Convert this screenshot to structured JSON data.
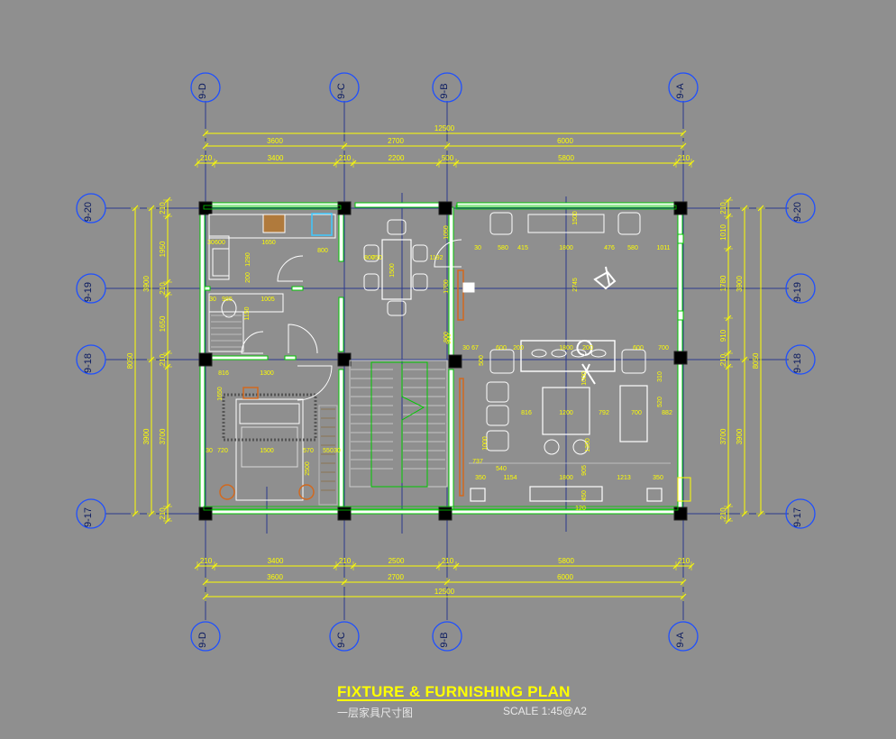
{
  "plan": {
    "title": "FIXTURE & FURNISHING PLAN",
    "subtitle": "一层家具尺寸图",
    "scale": "SCALE  1:45@A2"
  },
  "axes": {
    "vertical": [
      "9-D",
      "9-C",
      "9-B",
      "9-A"
    ],
    "horizontal": [
      "9-20",
      "9-19",
      "9-18",
      "9-17"
    ]
  },
  "dimensions": {
    "top_total": "12500",
    "top_row1": [
      "3600",
      "2700",
      "6000"
    ],
    "top_row2": [
      "210",
      "3400",
      "210",
      "2200",
      "500",
      "5800",
      "210"
    ],
    "bottom_row1": [
      "210",
      "3400",
      "210",
      "2500",
      "210",
      "5800",
      "210"
    ],
    "bottom_row2": [
      "3600",
      "2700",
      "6000"
    ],
    "bottom_total": "12500",
    "left_inner": [
      "210",
      "1950",
      "210",
      "1650",
      "210",
      "3700",
      "210"
    ],
    "left_mid": [
      "3900",
      "3900"
    ],
    "left_total": "8050",
    "right_inner": [
      "210",
      "1010",
      "1780",
      "910",
      "210",
      "3700",
      "210"
    ],
    "right_mid": [
      "3900",
      "3900"
    ],
    "right_total": "8050"
  },
  "interior_dims": {
    "kitchen": [
      "600",
      "1650",
      "800",
      "1290",
      "200",
      "30"
    ],
    "bath": [
      "985",
      "1005",
      "30",
      "1150",
      "816",
      "1300"
    ],
    "bedroom": [
      "1650",
      "720",
      "1500",
      "570",
      "550",
      "30",
      "2500",
      "30"
    ],
    "dining": [
      "1500",
      "800",
      "750",
      "1192",
      "1050",
      "1700",
      "900"
    ],
    "lounge_top": [
      "415",
      "1800",
      "476",
      "580",
      "1011",
      "580",
      "1500",
      "30",
      "2745"
    ],
    "living": [
      "600",
      "200",
      "1800",
      "200",
      "600",
      "700",
      "310",
      "67",
      "30",
      "500",
      "1200",
      "816",
      "792",
      "700",
      "882",
      "1000",
      "1300",
      "520",
      "737",
      "540",
      "1154",
      "350",
      "1800",
      "1213",
      "350",
      "905",
      "450",
      "1000",
      "120",
      "900"
    ]
  },
  "colors": {
    "background": "#8f8f8f",
    "wall": "#ffffff",
    "wall_outline": "#00c800",
    "dimension": "#ffff00",
    "furniture": "#ffffff",
    "column": "#000000",
    "axis_bubble": "#1e4fff",
    "grid_line": "#2b3a8c",
    "door": "#ffffff",
    "accent_orange": "#d2691e"
  }
}
